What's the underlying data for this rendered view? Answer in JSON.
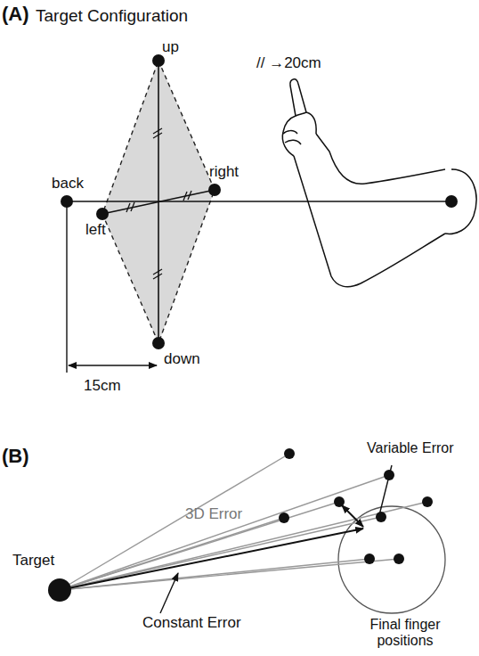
{
  "diagram": {
    "labels": [
      "(A)",
      "Target Configuration",
      "up",
      "// →20cm",
      "back",
      "right",
      "left",
      "down",
      "15cm",
      "(B)",
      "Variable Error",
      "3D Error",
      "Constant Error",
      "Target",
      "Final finger positions"
    ]
  }
}
